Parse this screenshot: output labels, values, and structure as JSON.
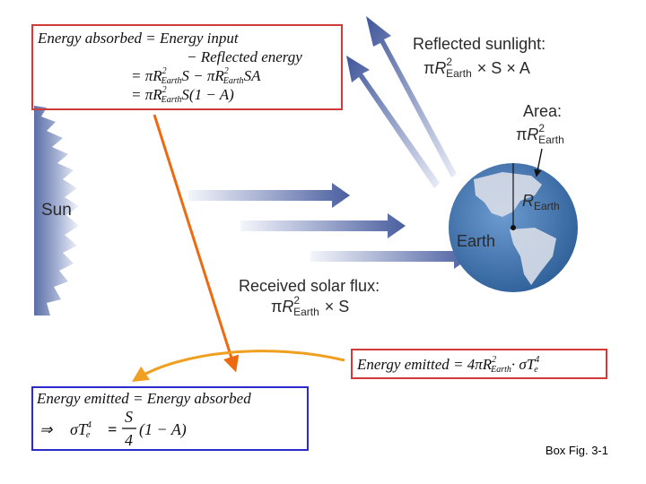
{
  "sun": {
    "label": "Sun"
  },
  "earth": {
    "label": "Earth",
    "radius_label_base": "R",
    "radius_label_sub": "Earth"
  },
  "reflected": {
    "title": "Reflected sunlight:",
    "pi": "π",
    "R": "R",
    "exp": "2",
    "sub": "Earth",
    "tail": "× S × A"
  },
  "area": {
    "title": "Area:",
    "pi": "π",
    "R": "R",
    "exp": "2",
    "sub": "Earth"
  },
  "received": {
    "title": "Received solar flux:",
    "pi": "π",
    "R": "R",
    "exp": "2",
    "sub": "Earth",
    "tail": "× S"
  },
  "box_absorbed": {
    "line1": "Energy absorbed = Energy input",
    "line2": "− Reflected energy",
    "line3_a": "= πR",
    "line3_exp": "2",
    "line3_sub": "Earth",
    "line3_b": "S − πR",
    "line3_exp2": "2",
    "line3_sub2": "Earth",
    "line3_c": "SA",
    "line4_a": "= πR",
    "line4_exp": "2",
    "line4_sub": "Earth",
    "line4_b": "S(1 − A)"
  },
  "box_emitted": {
    "text_a": "Energy emitted = 4πR",
    "exp": "2",
    "sub": "Earth",
    "text_b": "· σT",
    "exp2": "4",
    "sub2": "e"
  },
  "box_balance": {
    "line1": "Energy emitted = Energy absorbed",
    "implies": "⇒",
    "sigma": "σT",
    "exp": "4",
    "sub": "e",
    "equals": "=",
    "num": "S",
    "den": "4",
    "tail": "(1 − A)"
  },
  "caption": "Box Fig. 3-1",
  "colors": {
    "box_red": "#d23a3a",
    "box_blue": "#2b2bcc",
    "orange_arrow": "#ee6a10",
    "yellow_arrow": "#f0a020",
    "arrow_dark": "#4a5ea0",
    "arrow_light": "#f4f6fb",
    "ocean": "#4a7fb8",
    "land": "#d8dde8"
  }
}
